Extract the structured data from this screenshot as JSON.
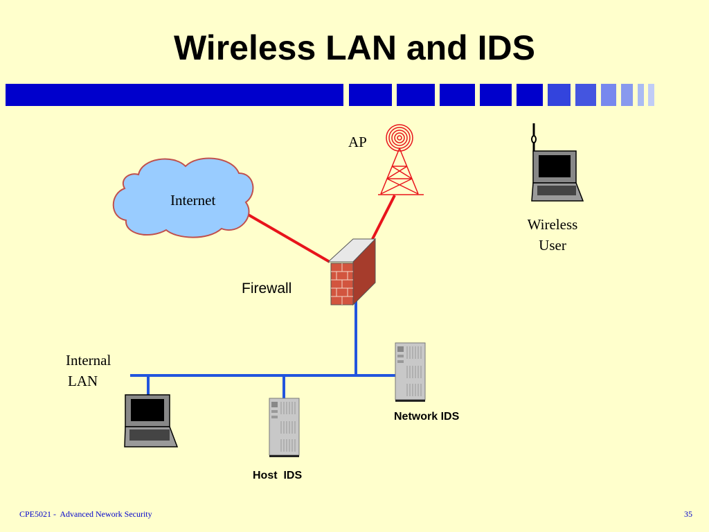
{
  "slide": {
    "title": "Wireless LAN and IDS",
    "footer_left": "CPE5021 -  Advanced Nework Security",
    "page_number": "35"
  },
  "colors": {
    "background": "#FFFFCC",
    "accent_blue": "#0000CC",
    "link_red": "#E8141B",
    "lan_blue": "#2255DD",
    "cloud_fill": "#99CCFF",
    "brick": "#D2553F"
  },
  "diagram": {
    "nodes": {
      "ap": {
        "label": "AP",
        "icon": "antenna-tower-icon"
      },
      "internet": {
        "label": "Internet",
        "icon": "cloud-icon"
      },
      "wireless_user": {
        "label_line1": "Wireless",
        "label_line2": "User",
        "icon": "laptop-icon"
      },
      "firewall": {
        "label": "Firewall",
        "icon": "firewall-icon"
      },
      "internal_lan": {
        "label_line1": "Internal",
        "label_line2": "LAN"
      },
      "network_ids": {
        "label": "Network IDS",
        "icon": "server-icon"
      },
      "host_ids": {
        "label": "Host  IDS",
        "icon": "server-icon"
      },
      "lan_laptop": {
        "icon": "laptop-icon"
      }
    }
  }
}
